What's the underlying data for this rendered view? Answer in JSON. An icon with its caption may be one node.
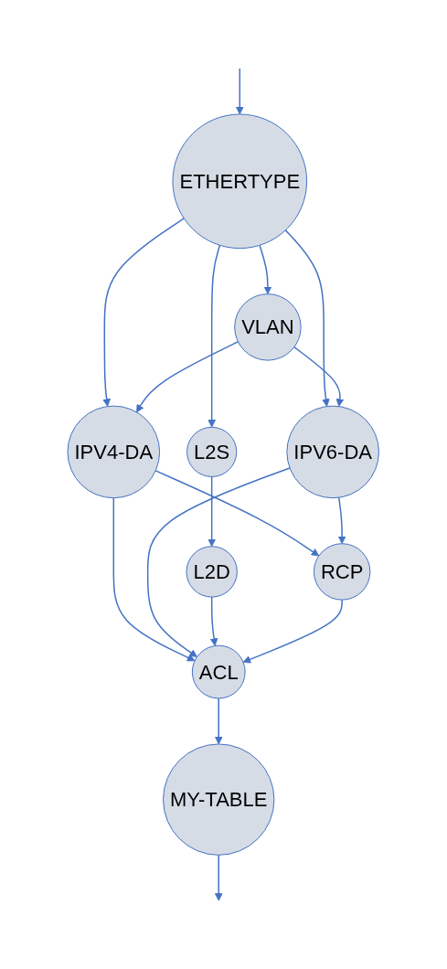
{
  "diagram": {
    "nodes": [
      {
        "text": [
          "ETHERTYPE"
        ]
      },
      {
        "text": [
          "VLAN"
        ]
      },
      {
        "text": [
          "L2S"
        ]
      },
      {
        "text": [
          "IPV4-DA"
        ]
      },
      {
        "text": [
          "IPV6-DA"
        ]
      },
      {
        "text": [
          "L2D"
        ]
      },
      {
        "text": [
          "RCP"
        ]
      },
      {
        "text": [
          "ACL"
        ]
      },
      {
        "text": [
          "MY-TABLE"
        ]
      }
    ],
    "edges": [
      {
        "from": null,
        "to": 0,
        "arrow": "to"
      },
      {
        "from": 0,
        "to": 1,
        "arrow": "to"
      },
      {
        "from": 0,
        "to": 2,
        "arrow": "to"
      },
      {
        "from": 0,
        "to": 3,
        "arrow": "to"
      },
      {
        "from": 0,
        "to": 4,
        "arrow": "to"
      },
      {
        "from": 1,
        "to": 3,
        "arrow": "to"
      },
      {
        "from": 1,
        "to": 4,
        "arrow": "to"
      },
      {
        "from": 2,
        "to": 5,
        "arrow": "to"
      },
      {
        "from": 3,
        "to": 6,
        "arrow": "to"
      },
      {
        "from": 3,
        "to": 7,
        "arrow": "to"
      },
      {
        "from": 4,
        "to": 7,
        "arrow": "to"
      },
      {
        "from": 4,
        "to": 6,
        "arrow": "to"
      },
      {
        "from": 5,
        "to": 7,
        "arrow": "to"
      },
      {
        "from": 6,
        "to": 7,
        "arrow": "to"
      },
      {
        "from": 7,
        "to": 8,
        "arrow": "to"
      },
      {
        "from": 8,
        "to": null,
        "arrow": "to"
      }
    ]
  }
}
